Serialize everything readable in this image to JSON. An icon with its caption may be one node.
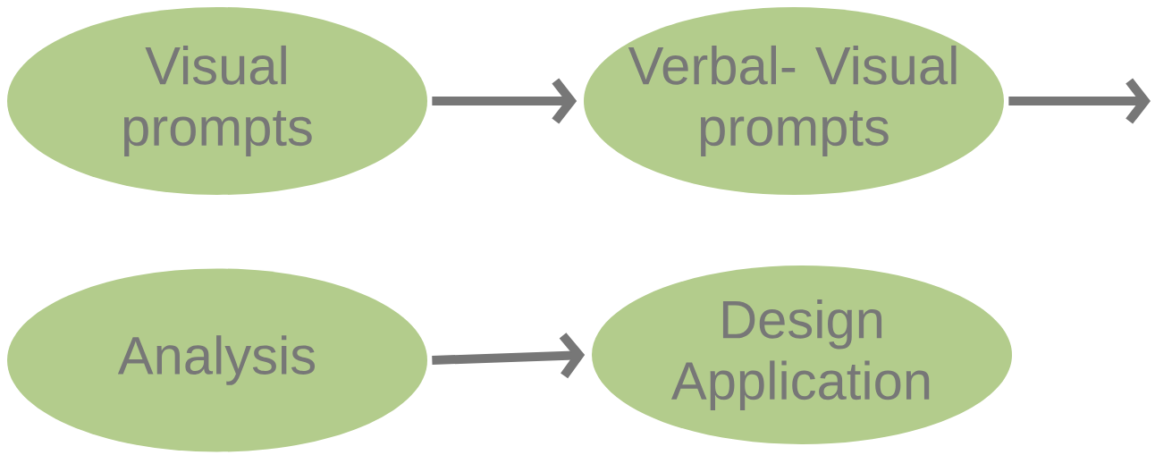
{
  "diagram": {
    "nodes": [
      {
        "text": [
          "Visual prompts"
        ]
      },
      {
        "text": [
          "Verbal- Visual prompts"
        ]
      },
      {
        "text": [
          "Analysis"
        ]
      },
      {
        "text": [
          "Design Application"
        ]
      }
    ],
    "edges": [
      {
        "from": 0,
        "to": 1,
        "arrow": "to"
      },
      {
        "from": 1,
        "to": null,
        "arrow": "to"
      },
      {
        "from": 2,
        "to": 3,
        "arrow": "to"
      }
    ]
  }
}
